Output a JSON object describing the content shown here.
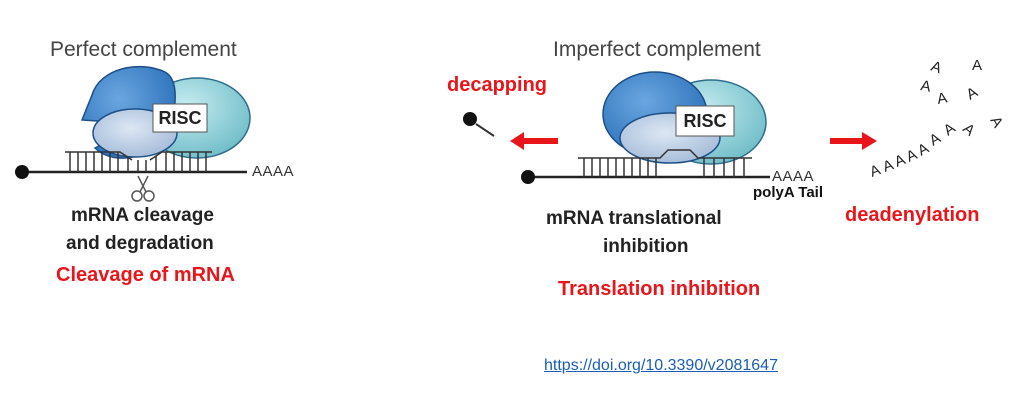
{
  "left_panel": {
    "title": "Perfect complement",
    "risc_label": "RISC",
    "tail_label": "AAAA",
    "outcome_line1": "mRNA cleavage",
    "outcome_line2": "and degradation",
    "red_label": "Cleavage of mRNA"
  },
  "right_panel": {
    "title": "Imperfect complement",
    "risc_label": "RISC",
    "tail_label": "AAAA",
    "polya_label": "polyA Tail",
    "outcome_line1": "mRNA translational",
    "outcome_line2": "inhibition",
    "red_label": "Translation inhibition",
    "decapping_label": "decapping",
    "deadenylation_label": "deadenylation",
    "floating_a": [
      "A",
      "A",
      "A",
      "A",
      "A",
      "A",
      "A",
      "A",
      "A",
      "A",
      "A",
      "A",
      "A",
      "A"
    ]
  },
  "citation": {
    "url": "https://doi.org/10.3390/v2081647"
  },
  "colors": {
    "red": "#e8161b",
    "risc_blue": "#3d7fc4",
    "risc_teal": "#8ecdd6",
    "risc_light": "#b9cbe2"
  }
}
